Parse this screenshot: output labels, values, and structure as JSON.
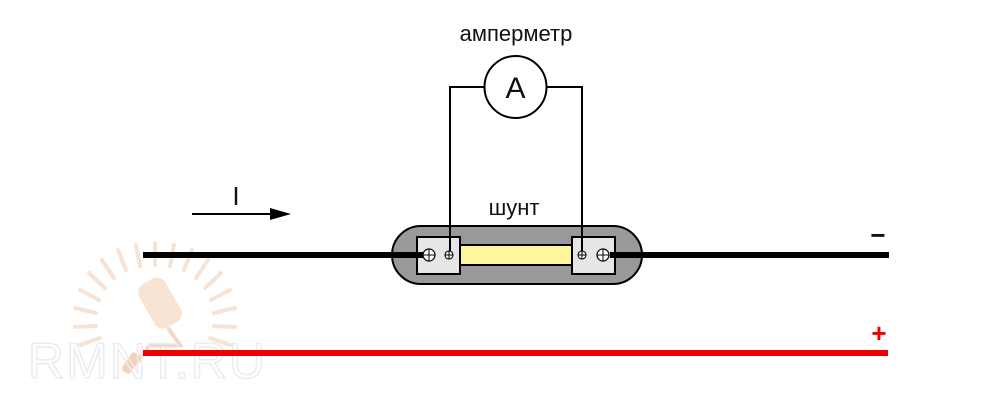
{
  "labels": {
    "ammeter_title": "амперметр",
    "ammeter_symbol": "A",
    "shunt_title": "шунт",
    "current_label": "I",
    "negative_terminal": "−",
    "positive_terminal": "+"
  },
  "watermark": {
    "text": "RMNT.RU"
  },
  "colors": {
    "wire_negative": "#000000",
    "wire_positive": "#ee0000",
    "shunt_body": "#999999",
    "shunt_clamp": "#e6e6e6",
    "shunt_resistor": "#fff59d",
    "watermark_rays": "#fbe9dc",
    "watermark_text": "#ececec"
  }
}
